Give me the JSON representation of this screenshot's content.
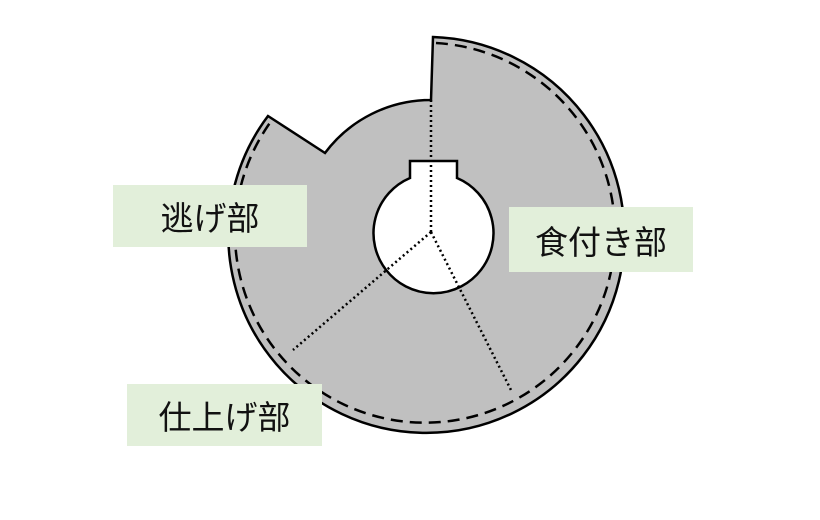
{
  "labels": {
    "relief": "逃げ部",
    "bite": "食付き部",
    "finish": "仕上げ部"
  },
  "colors": {
    "cam_fill": "#C0C0C0",
    "label_bg": "#E2EFDA",
    "stroke": "#000000"
  }
}
